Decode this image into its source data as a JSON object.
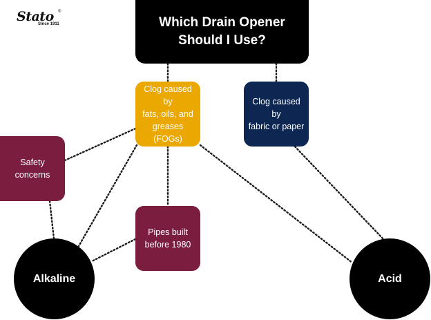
{
  "logo": {
    "name": "Stato",
    "tagline": "Since 1911"
  },
  "title": "Which Drain Opener\nShould I Use?",
  "nodes": {
    "fog": {
      "label": "Clog caused by\nfats, oils, and\ngreases (FOGs)"
    },
    "fabric": {
      "label": "Clog caused by\nfabric or paper"
    },
    "safety": {
      "label": "Safety concerns"
    },
    "pipes": {
      "label": "Pipes built\nbefore 1980"
    },
    "alkaline": {
      "label": "Alkaline"
    },
    "acid": {
      "label": "Acid"
    }
  },
  "colors": {
    "fog": "#eaa800",
    "fabric": "#0d2752",
    "safety": "#7b1d3f",
    "pipes": "#7b1d3f",
    "alkaline": "#000000",
    "acid": "#000000",
    "title": "#000000"
  },
  "connections": [
    [
      "title",
      "fog"
    ],
    [
      "title",
      "fabric"
    ],
    [
      "fog",
      "safety"
    ],
    [
      "fog",
      "pipes"
    ],
    [
      "fog",
      "alkaline"
    ],
    [
      "fog",
      "acid"
    ],
    [
      "fabric",
      "acid"
    ],
    [
      "safety",
      "alkaline"
    ],
    [
      "pipes",
      "alkaline"
    ]
  ]
}
